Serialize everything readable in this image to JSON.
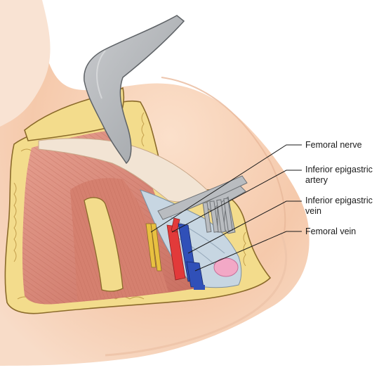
{
  "labels": {
    "femoral_nerve": {
      "lines": [
        "Femoral nerve"
      ]
    },
    "inferior_epigastric_artery": {
      "lines": [
        "Inferior epigastric",
        "artery"
      ]
    },
    "inferior_epigastric_vein": {
      "lines": [
        "Inferior epigastric",
        "vein"
      ]
    },
    "femoral_vein": {
      "lines": [
        "Femoral vein"
      ]
    }
  },
  "colors": {
    "skin": "#f6cdb0",
    "skin_shadow": "#e8ad8c",
    "fat": "#f3dc8c",
    "fat_edge": "#8a6a2a",
    "muscle": "#d98a7a",
    "muscle_dark": "#b55c50",
    "fascia": "#f2e4d4",
    "instrument": "#b9bcc0",
    "artery": "#e23a3a",
    "vein": "#3050b8",
    "nerve": "#e8c040",
    "peritoneum": "#c7d6e2",
    "pink_structure": "#f2a8c6",
    "leader_line": "#1a1a1a"
  }
}
